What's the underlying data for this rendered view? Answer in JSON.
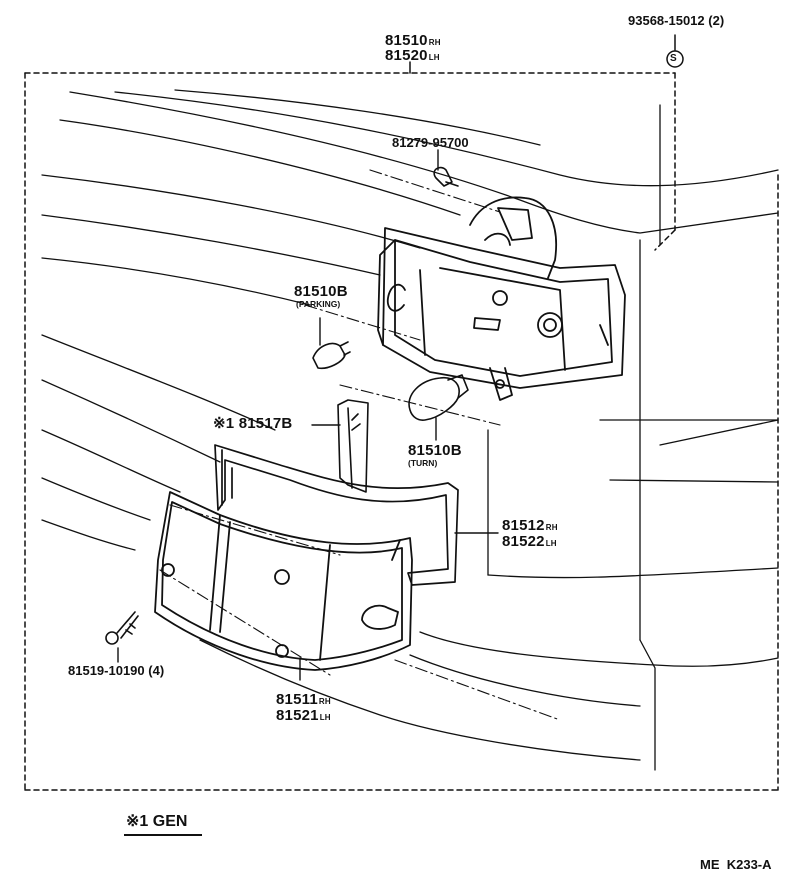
{
  "labels": {
    "headlamp_rh": {
      "num": "81510",
      "side": "RH"
    },
    "headlamp_lh": {
      "num": "81520",
      "side": "LH"
    },
    "screw_top_right": {
      "num": "93568-15012",
      "qty": "(2)"
    },
    "clip": {
      "num": "81279-95700"
    },
    "bulb_parking": {
      "num": "81510B",
      "note": "(PARKING)"
    },
    "gasket_note": {
      "mark": "※1",
      "num": "81517B"
    },
    "bulb_turn": {
      "num": "81510B",
      "note": "(TURN)"
    },
    "gasket_rh": {
      "num": "81512",
      "side": "RH"
    },
    "gasket_lh": {
      "num": "81522",
      "side": "LH"
    },
    "screw_left": {
      "num": "81519-10190",
      "qty": "(4)"
    },
    "lens_rh": {
      "num": "81511",
      "side": "RH"
    },
    "lens_lh": {
      "num": "81521",
      "side": "LH"
    },
    "s_mark": "S"
  },
  "legend": {
    "mark": "※1",
    "text": "GEN"
  },
  "diagram_code": "ME  K233-A",
  "colors": {
    "ink": "#111111",
    "background": "#ffffff"
  }
}
